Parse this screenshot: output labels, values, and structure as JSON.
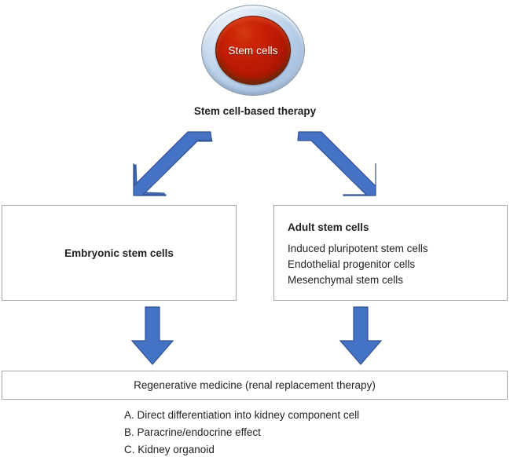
{
  "diagram": {
    "title": "Stem cell-based therapy",
    "sphere": {
      "label": "Stem cells",
      "ring_color": "#bcd2ea",
      "core_color": "#bf1b05"
    },
    "arrow_color": "#4472c4",
    "box_border_color": "#a6a6a6",
    "text_color": "#231f20",
    "branches": {
      "left": {
        "label": "Embryonic stem cells"
      },
      "right": {
        "heading": "Adult stem cells",
        "items": [
          "Induced pluripotent stem cells",
          "Endothelial progenitor cells",
          "Mesenchymal stem cells"
        ]
      }
    },
    "outcome": {
      "label": "Regenerative medicine (renal replacement therapy)",
      "items": [
        "A. Direct differentiation into kidney component cell",
        "B. Paracrine/endocrine effect",
        "C. Kidney organoid"
      ]
    },
    "arrows": [
      "arrow-down-left",
      "arrow-down-right",
      "arrow-down-left-branch",
      "arrow-down-right-branch"
    ]
  }
}
